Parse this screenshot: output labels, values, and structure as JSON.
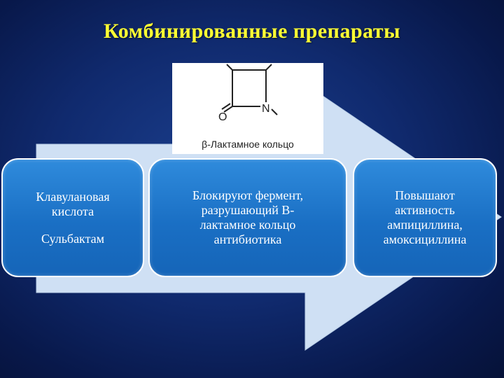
{
  "title": "Комбинированные препараты",
  "formula": {
    "atom_o": "O",
    "atom_n": "N",
    "caption": "β-Лактамное кольцо"
  },
  "cards": [
    {
      "lines": [
        "Клавулановая",
        "кислота"
      ],
      "extra": "Сульбактам"
    },
    {
      "lines": [
        "Блокируют фермент,",
        "разрушающий В-",
        "лактамное кольцо",
        "антибиотика"
      ]
    },
    {
      "lines": [
        "Повышают",
        "активность",
        "ампициллина,",
        "амоксициллина"
      ]
    }
  ],
  "colors": {
    "title": "#ffff33",
    "arrow": "#cfe0f4",
    "card_fill": "#1a6fc4",
    "card_border": "#ffffff"
  }
}
